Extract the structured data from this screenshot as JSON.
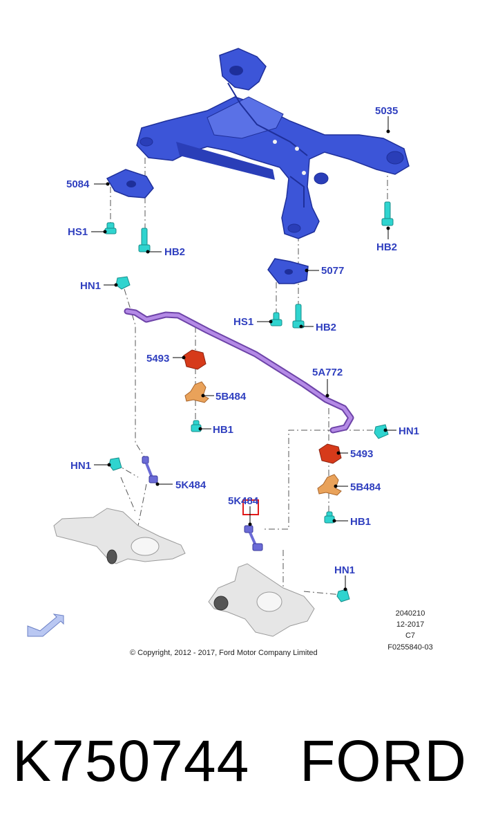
{
  "callouts": {
    "c5035": "5035",
    "c5084": "5084",
    "cHS1a": "HS1",
    "cHB2a": "HB2",
    "cHB2b": "HB2",
    "c5077": "5077",
    "cHN1a": "HN1",
    "cHS1b": "HS1",
    "cHB2c": "HB2",
    "c5493a": "5493",
    "c5A772": "5A772",
    "c5B484a": "5B484",
    "cHB1a": "HB1",
    "cHN1b": "HN1",
    "c5493b": "5493",
    "cHN1c": "HN1",
    "c5K484a": "5K484",
    "c5B484b": "5B484",
    "c5K484b": "5K484",
    "cHB1b": "HB1",
    "cHN1d": "HN1"
  },
  "meta": {
    "code": "2040210",
    "date": "12-2017",
    "rev": "C7",
    "figure": "F0255840-03"
  },
  "copyright": "© Copyright, 2012 - 2017, Ford Motor Company Limited",
  "footer": {
    "part_number": "K750744",
    "brand": "FORD"
  },
  "colors": {
    "subframe": "#3c55d8",
    "subframe_dark": "#1e2f9a",
    "stabilizer_bar": "#9b6bd1",
    "bushing": "#d63a1a",
    "bracket": "#e9a25a",
    "fastener": "#2fd4cf",
    "link": "#6b6bd6",
    "knuckle": "#e6e6e6",
    "callout_text": "#2f3fbf"
  }
}
